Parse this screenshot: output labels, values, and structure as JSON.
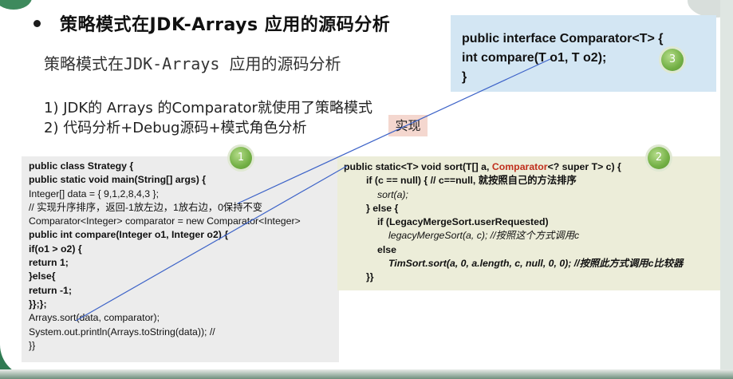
{
  "title": "策略模式在JDK-Arrays 应用的源码分析",
  "subtitle": "策略模式在JDK-Arrays 应用的源码分析",
  "points": [
    "1)  JDK的 Arrays 的Comparator就使用了策略模式",
    "2)  代码分析+Debug源码+模式角色分析"
  ],
  "impl_tag": "实现",
  "interface_code": [
    "public interface Comparator<T> {",
    "int compare(T o1, T o2);",
    "}"
  ],
  "left_code": [
    "public class Strategy {",
    "public static void main(String[] args) {",
    "Integer[] data = { 9,1,2,8,4,3 };",
    "// 实现升序排序，返回-1放左边，1放右边，0保持不变",
    "Comparator<Integer> comparator = new Comparator<Integer>",
    "public int compare(Integer o1, Integer o2) {",
    "if(o1 > o2) {",
    "return 1;",
    "}else{",
    "return -1;",
    "}};};",
    "Arrays.sort(data, comparator);",
    "System.out.println(Arrays.toString(data)); //",
    "}}"
  ],
  "right_code": {
    "sig_pre": "public static<T> void sort(T[] a, ",
    "sig_red": "Comparator",
    "sig_post": "<? super T> c) {",
    "l2": "if (c == null) { // c==null, 就按照自己的方法排序",
    "l3": "sort(a);",
    "l4": "} else {",
    "l5": "if (LegacyMergeSort.userRequested)",
    "l6": "legacyMergeSort(a, c); //按照这个方式调用c",
    "l7": "else",
    "l8": "TimSort.sort(a, 0, a.length, c, null, 0, 0); //按照此方式调用c比较器",
    "l9": "}}"
  },
  "badges": [
    "1",
    "2",
    "3"
  ],
  "colors": {
    "accent_green": "#2f7a52",
    "interface_bg": "#d3e6f3",
    "left_code_bg": "#ececec",
    "right_code_bg": "#ecedd9",
    "impl_tag_bg": "#f4d7cf",
    "highlight_red": "#c0301e",
    "arrow_blue": "#3d63c8"
  }
}
